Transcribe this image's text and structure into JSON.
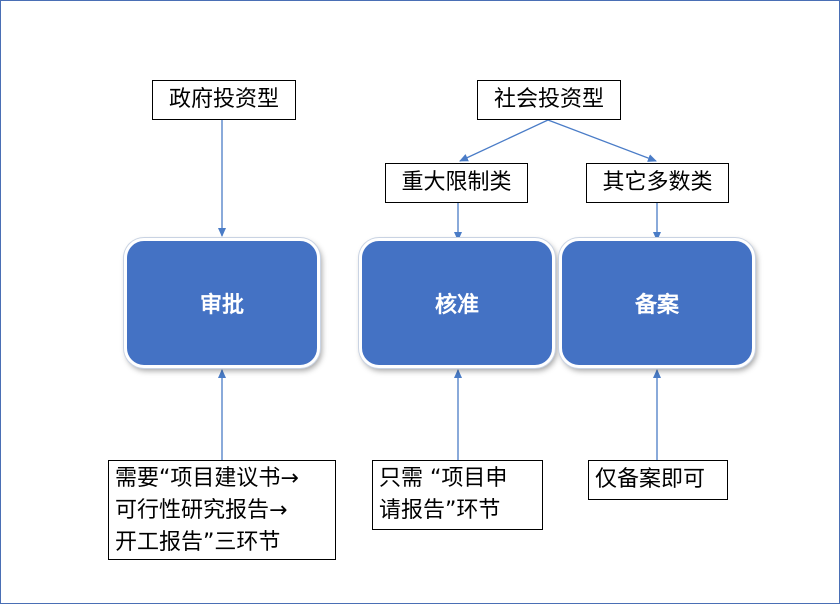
{
  "top_labels": {
    "government": "政府投资型",
    "social": "社会投资型"
  },
  "sub_labels": {
    "major": "重大限制类",
    "other": "其它多数类"
  },
  "process_boxes": {
    "approval": "审批",
    "verification": "核准",
    "filing": "备案"
  },
  "notes": {
    "approval": [
      "需要“项目建议书→",
      "可行性研究报告→",
      "开工报告”三环节"
    ],
    "verification": [
      "只需 “项目申",
      "请报告”环节"
    ],
    "filing": [
      "仅备案即可"
    ]
  },
  "colors": {
    "box_fill": "#4472c4",
    "arrow": "#4a7cc7",
    "frame": "#4a6fb5"
  }
}
